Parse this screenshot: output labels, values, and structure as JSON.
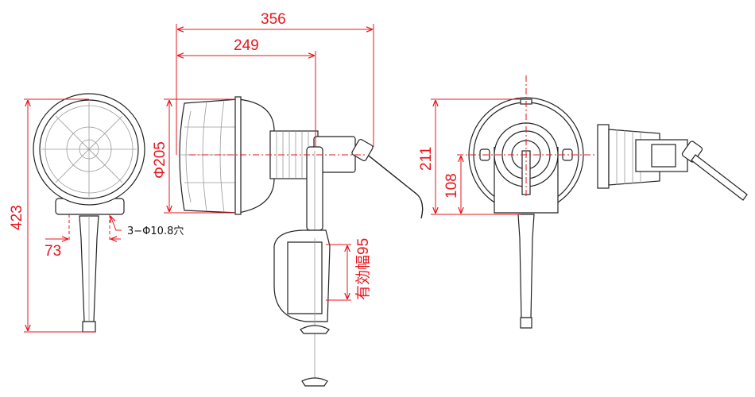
{
  "dimensions": {
    "overall_length": "356",
    "arm_length": "249",
    "shade_diameter": "Φ205",
    "total_height": "423",
    "hole_pitch": "73",
    "hole_note": "3−Φ10.8穴",
    "clamp_width": "有効幅95",
    "rear_height": "211",
    "center_height": "108"
  },
  "colors": {
    "dimension": "#e8141b",
    "outline": "#222222"
  }
}
